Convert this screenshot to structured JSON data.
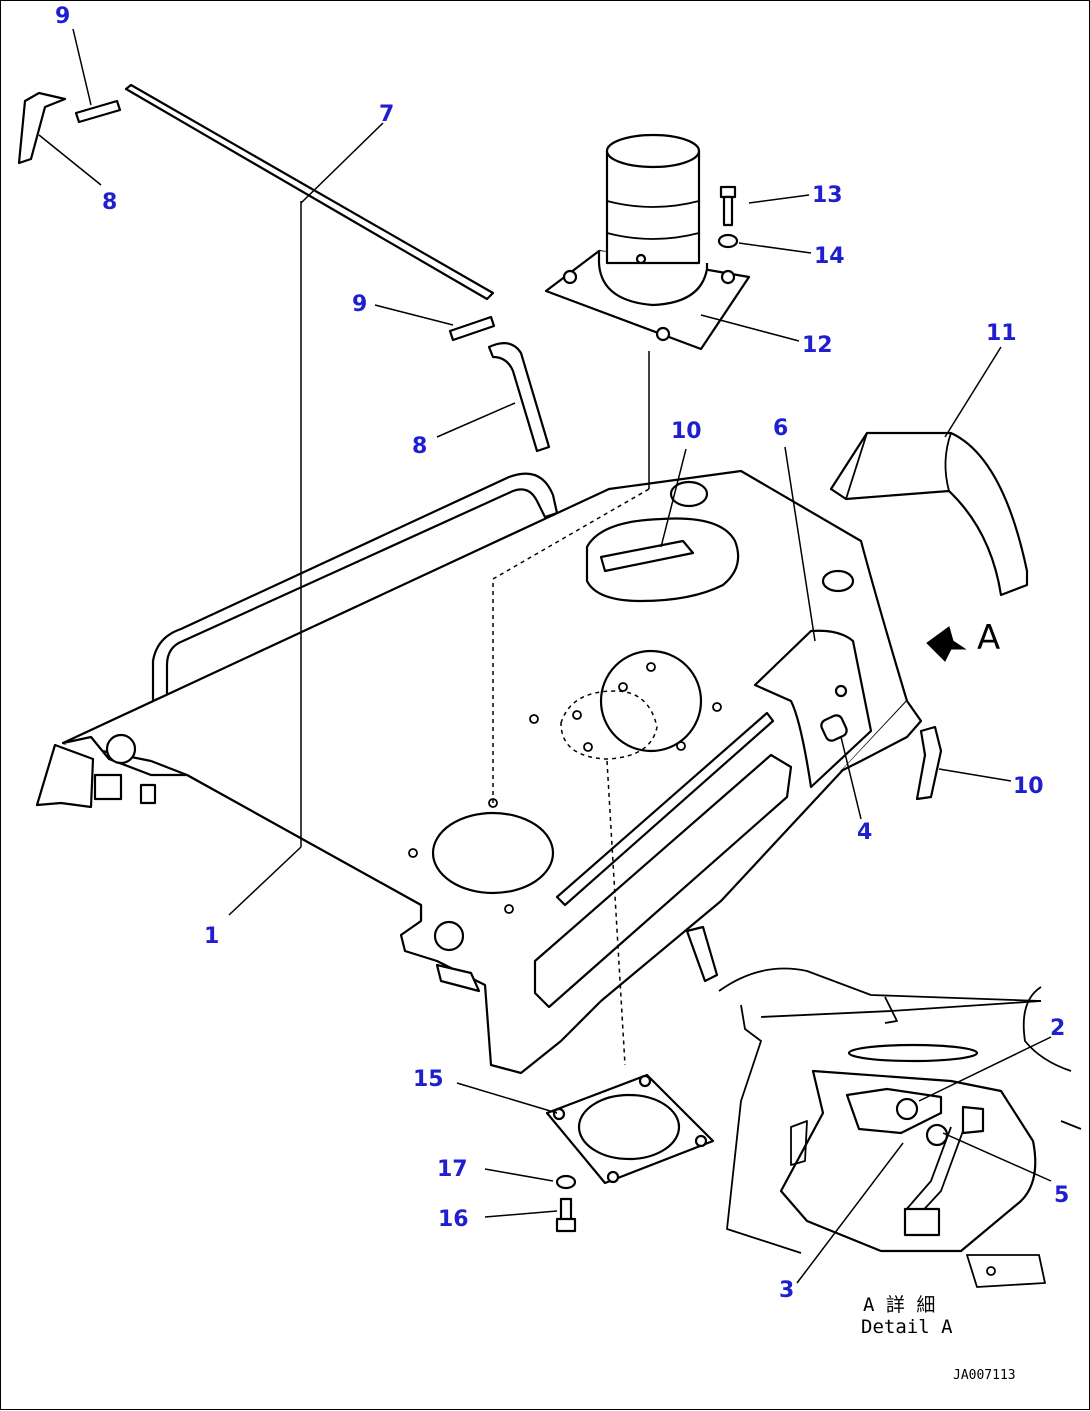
{
  "diagram": {
    "callouts": [
      {
        "id": "9a",
        "label": "9"
      },
      {
        "id": "8a",
        "label": "8"
      },
      {
        "id": "7",
        "label": "7"
      },
      {
        "id": "9b",
        "label": "9"
      },
      {
        "id": "8b",
        "label": "8"
      },
      {
        "id": "13",
        "label": "13"
      },
      {
        "id": "14",
        "label": "14"
      },
      {
        "id": "12",
        "label": "12"
      },
      {
        "id": "11",
        "label": "11"
      },
      {
        "id": "10a",
        "label": "10"
      },
      {
        "id": "6",
        "label": "6"
      },
      {
        "id": "10b",
        "label": "10"
      },
      {
        "id": "4",
        "label": "4"
      },
      {
        "id": "1",
        "label": "1"
      },
      {
        "id": "2",
        "label": "2"
      },
      {
        "id": "5",
        "label": "5"
      },
      {
        "id": "3",
        "label": "3"
      },
      {
        "id": "15",
        "label": "15"
      },
      {
        "id": "17",
        "label": "17"
      },
      {
        "id": "16",
        "label": "16"
      }
    ],
    "view_arrow_label": "A",
    "detail_caption_jp": "A 詳 細",
    "detail_caption_en": "Detail A",
    "drawing_id": "JA007113",
    "colors": {
      "callout": "#1f1fd0",
      "line": "#000000",
      "background": "#ffffff"
    }
  }
}
